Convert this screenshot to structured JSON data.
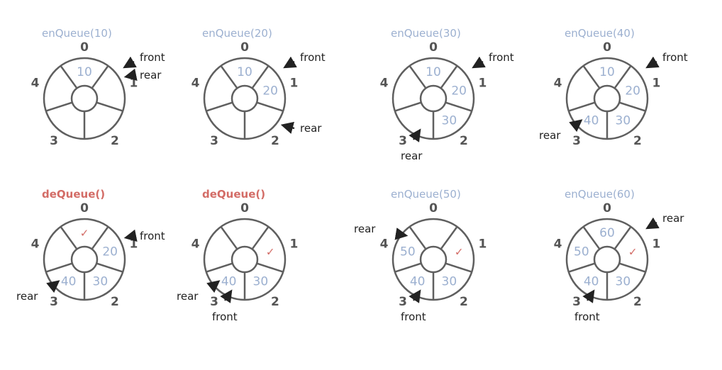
{
  "colors": {
    "stroke": "#5f5f5f",
    "value_blue": "#9cb0d0",
    "enqueue_blue": "#9cb0d0",
    "dequeue_red": "#d36c66",
    "index_gray": "#555555",
    "pointer_black": "#222222"
  },
  "panels": [
    {
      "operation": "enQueue(10)",
      "op_kind": "enqueue",
      "indices": [
        "0",
        "1",
        "2",
        "3",
        "4"
      ],
      "slots": [
        "10",
        "",
        "",
        "",
        ""
      ],
      "pointers": [
        {
          "label": "front",
          "slot": 0,
          "side": "right-top"
        },
        {
          "label": "rear",
          "slot": 0,
          "side": "right-mid"
        }
      ]
    },
    {
      "operation": "enQueue(20)",
      "op_kind": "enqueue",
      "indices": [
        "0",
        "1",
        "2",
        "3",
        "4"
      ],
      "slots": [
        "10",
        "20",
        "",
        "",
        ""
      ],
      "pointers": [
        {
          "label": "front",
          "slot": 0,
          "side": "right-top"
        },
        {
          "label": "rear",
          "slot": 1,
          "side": "right-low"
        }
      ]
    },
    {
      "operation": "enQueue(30)",
      "op_kind": "enqueue",
      "indices": [
        "0",
        "1",
        "2",
        "3",
        "4"
      ],
      "slots": [
        "10",
        "20",
        "30",
        "",
        ""
      ],
      "pointers": [
        {
          "label": "front",
          "slot": 0,
          "side": "right-top"
        },
        {
          "label": "rear",
          "slot": 2,
          "side": "bottom-left"
        }
      ]
    },
    {
      "operation": "enQueue(40)",
      "op_kind": "enqueue",
      "indices": [
        "0",
        "1",
        "2",
        "3",
        "4"
      ],
      "slots": [
        "10",
        "20",
        "30",
        "40",
        ""
      ],
      "pointers": [
        {
          "label": "front",
          "slot": 0,
          "side": "right-top"
        },
        {
          "label": "rear",
          "slot": 3,
          "side": "left-low"
        }
      ]
    },
    {
      "operation": "deQueue()",
      "op_kind": "dequeue",
      "indices": [
        "0",
        "1",
        "2",
        "3",
        "4"
      ],
      "slots": [
        "✓",
        "20",
        "30",
        "40",
        ""
      ],
      "pointers": [
        {
          "label": "front",
          "slot": 1,
          "side": "right-mid"
        },
        {
          "label": "rear",
          "slot": 3,
          "side": "left-low"
        }
      ]
    },
    {
      "operation": "deQueue()",
      "op_kind": "dequeue",
      "indices": [
        "0",
        "1",
        "2",
        "3",
        "4"
      ],
      "slots": [
        "",
        "✓",
        "30",
        "40",
        ""
      ],
      "pointers": [
        {
          "label": "front",
          "slot": 2,
          "side": "bottom-left"
        },
        {
          "label": "rear",
          "slot": 3,
          "side": "left-low"
        }
      ]
    },
    {
      "operation": "enQueue(50)",
      "op_kind": "enqueue",
      "indices": [
        "0",
        "1",
        "2",
        "3",
        "4"
      ],
      "slots": [
        "",
        "✓",
        "30",
        "40",
        "50"
      ],
      "pointers": [
        {
          "label": "rear",
          "slot": 4,
          "side": "left-top"
        },
        {
          "label": "front",
          "slot": 2,
          "side": "bottom-left"
        }
      ]
    },
    {
      "operation": "enQueue(60)",
      "op_kind": "enqueue",
      "indices": [
        "0",
        "1",
        "2",
        "3",
        "4"
      ],
      "slots": [
        "60",
        "✓",
        "30",
        "40",
        "50"
      ],
      "pointers": [
        {
          "label": "rear",
          "slot": 0,
          "side": "right-top"
        },
        {
          "label": "front",
          "slot": 2,
          "side": "bottom-left"
        }
      ]
    }
  ]
}
